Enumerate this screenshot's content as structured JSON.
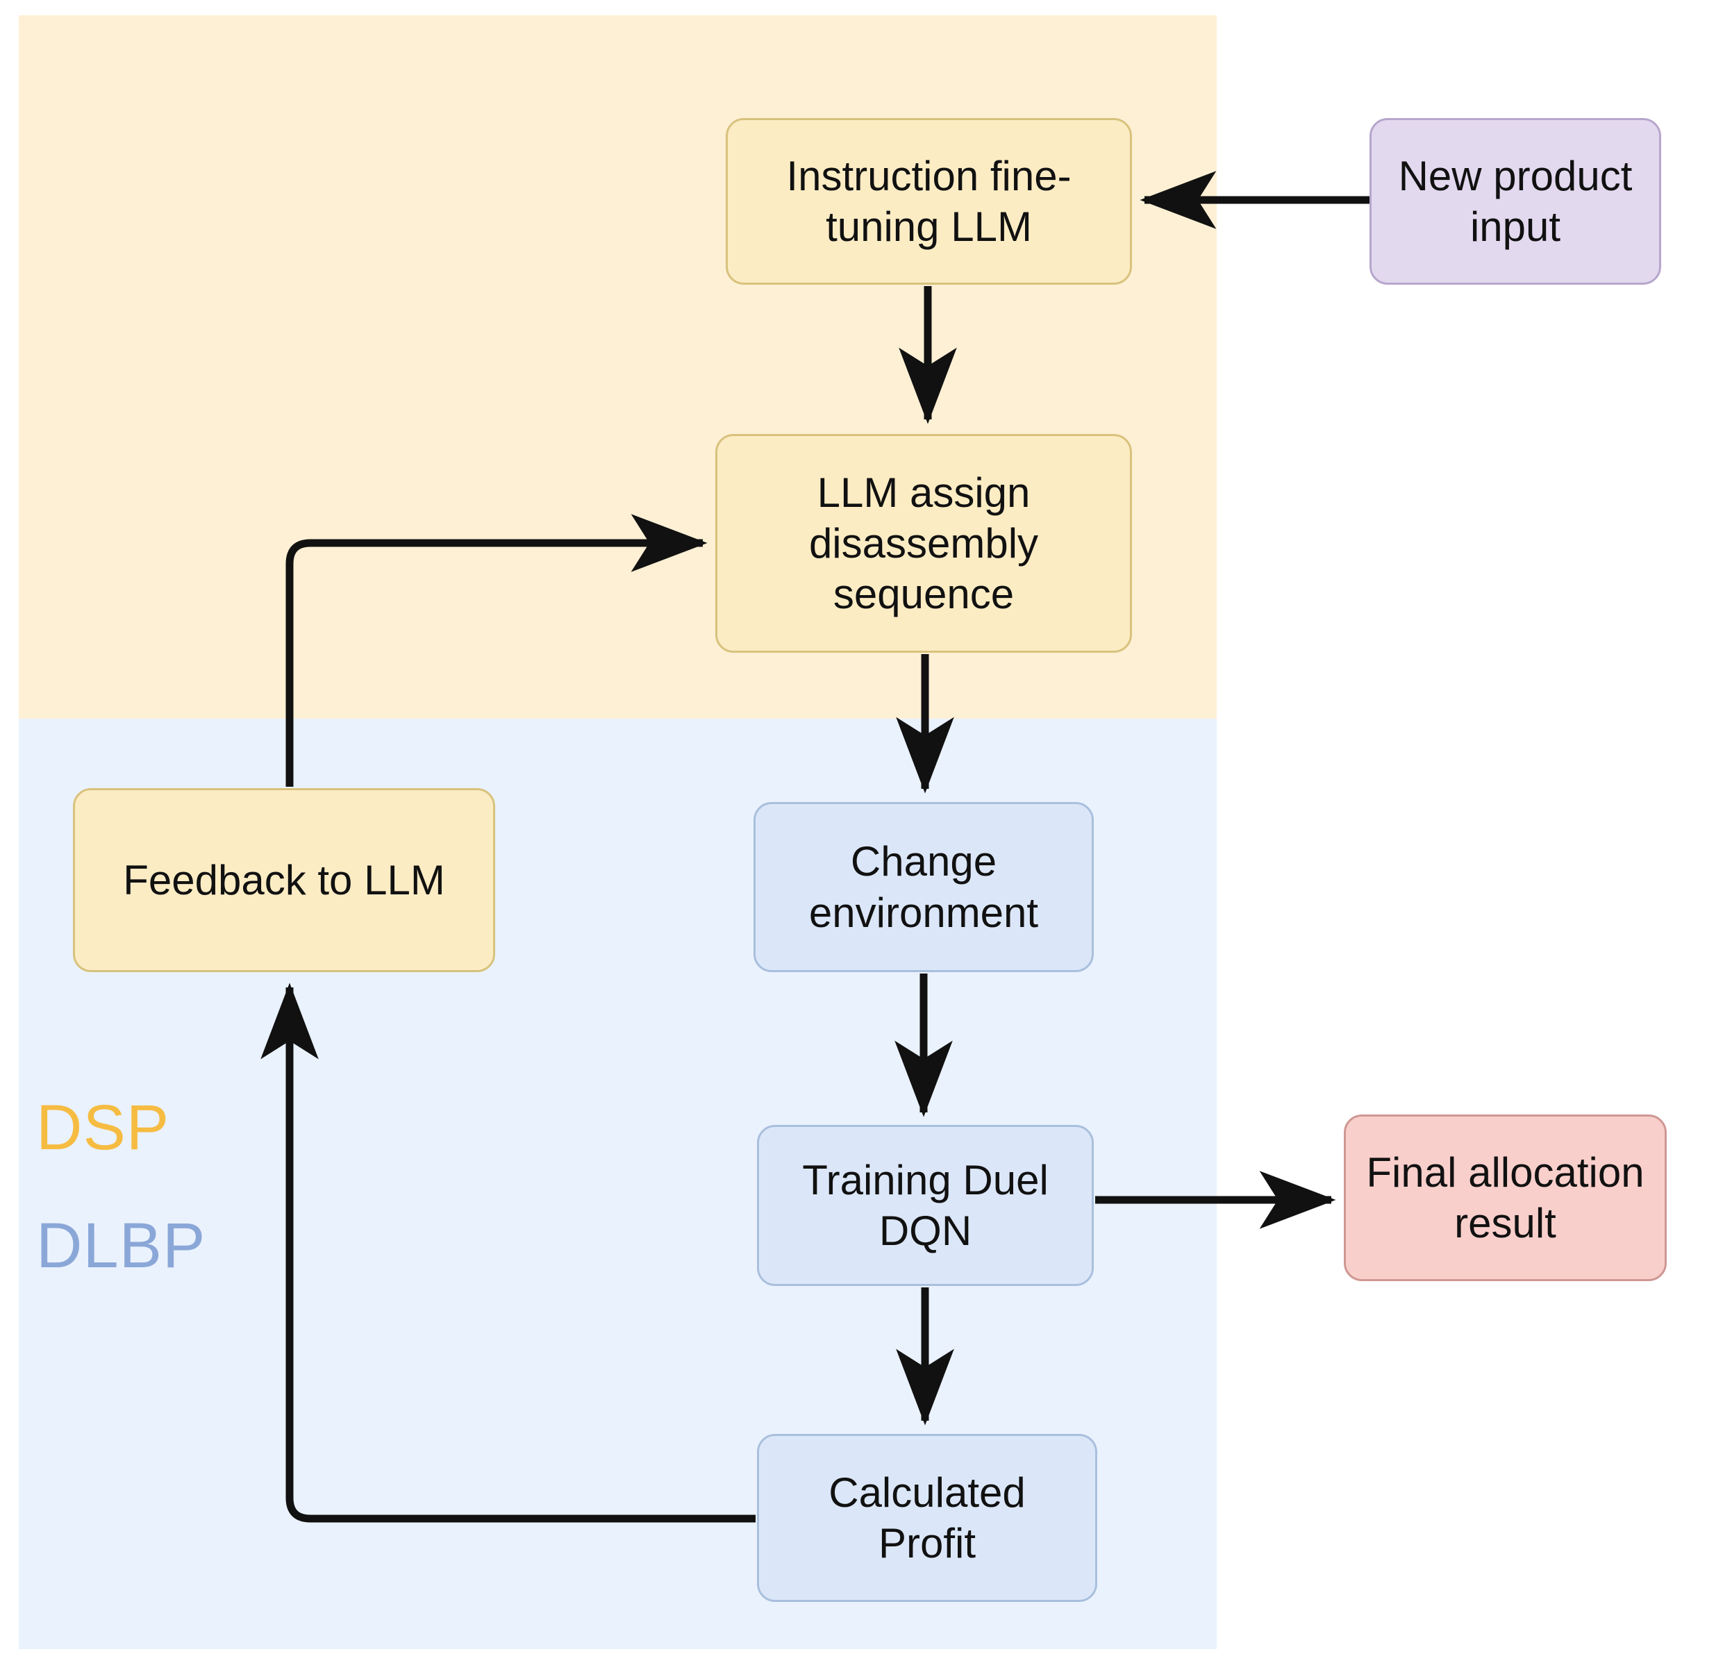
{
  "diagram": {
    "regions": [
      {
        "id": "dsp",
        "label": "DSP",
        "color": "#f6bc42",
        "background": "#fdf0d5"
      },
      {
        "id": "dlbp",
        "label": "DLBP",
        "color": "#8aa7d8",
        "background": "#eaf2fd"
      }
    ],
    "nodes": [
      {
        "id": "instruction",
        "label": "Instruction fine-\ntuning LLM",
        "fill": "#fcecc4",
        "stroke": "#d8c27c",
        "group": "dsp"
      },
      {
        "id": "new_product",
        "label": "New product\ninput",
        "fill": "#e3d9ef",
        "stroke": "#b6a6cc",
        "group": "external"
      },
      {
        "id": "llm_assign",
        "label": "LLM assign\ndisassembly\nsequence",
        "fill": "#fcecc4",
        "stroke": "#d8c27c",
        "group": "dsp"
      },
      {
        "id": "feedback",
        "label": "Feedback to LLM",
        "fill": "#fcecc4",
        "stroke": "#d8c27c",
        "group": "dsp"
      },
      {
        "id": "change_env",
        "label": "Change\nenvironment",
        "fill": "#dbe7f8",
        "stroke": "#a9bfdd",
        "group": "dlbp"
      },
      {
        "id": "training",
        "label": "Training Duel\nDQN",
        "fill": "#dbe7f8",
        "stroke": "#a9bfdd",
        "group": "dlbp"
      },
      {
        "id": "final",
        "label": "Final allocation\nresult",
        "fill": "#f8cfcb",
        "stroke": "#cf9793",
        "group": "external"
      },
      {
        "id": "profit",
        "label": "Calculated\nProfit",
        "fill": "#dbe7f8",
        "stroke": "#a9bfdd",
        "group": "dlbp"
      }
    ],
    "edges": [
      {
        "from": "new_product",
        "to": "instruction",
        "label": ""
      },
      {
        "from": "instruction",
        "to": "llm_assign",
        "label": ""
      },
      {
        "from": "llm_assign",
        "to": "change_env",
        "label": ""
      },
      {
        "from": "change_env",
        "to": "training",
        "label": ""
      },
      {
        "from": "training",
        "to": "final",
        "label": ""
      },
      {
        "from": "training",
        "to": "profit",
        "label": ""
      },
      {
        "from": "profit",
        "to": "feedback",
        "label": ""
      },
      {
        "from": "feedback",
        "to": "llm_assign",
        "label": ""
      }
    ],
    "edge_color": "#111111"
  }
}
